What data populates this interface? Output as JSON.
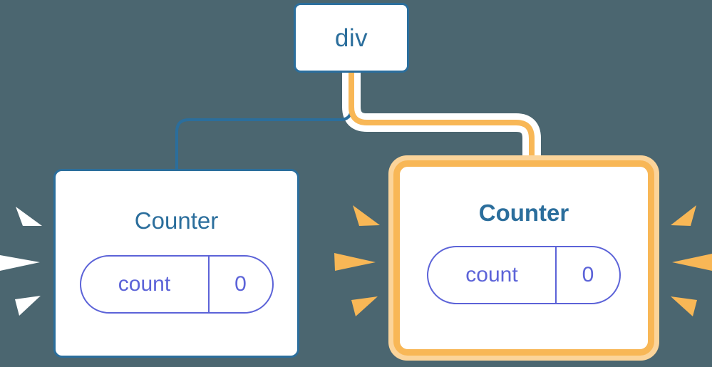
{
  "diagram": {
    "type": "component-tree",
    "background_color": "#4b6670",
    "title": "React component tree with re-render highlight"
  },
  "palette": {
    "background": "#4b6670",
    "blue": "#2b6e9c",
    "orange": "#f8b756",
    "orange_glow": "#fbd49a",
    "purple": "#5c63d8",
    "white": "#ffffff"
  },
  "nodes": {
    "root": {
      "label": "div",
      "state": "idle",
      "border_color": "#2b6e9c",
      "text_color": "#2b6e9c"
    },
    "counter_left": {
      "label": "Counter",
      "state": "idle",
      "border_color": "#2b6e9c",
      "text_color": "#2b6e9c",
      "state_pill": {
        "key": "count",
        "value": "0",
        "color": "#5c63d8"
      }
    },
    "counter_right": {
      "label": "Counter",
      "state": "highlighted",
      "border_color": "#f8b756",
      "text_color": "#2b6e9c",
      "state_pill": {
        "key": "count",
        "value": "0",
        "color": "#5c63d8"
      }
    }
  },
  "edges": [
    {
      "from": "div",
      "to": "Counter (left)",
      "color": "#2b6e9c",
      "style": "thin-elbow"
    },
    {
      "from": "div",
      "to": "Counter (right)",
      "color": "#f8b756",
      "style": "thick-elbow-with-white-halo"
    }
  ],
  "sparkles": {
    "left_group": {
      "color": "#ffffff",
      "count": 3,
      "points": "right"
    },
    "middle_group": {
      "color": "#f8b756",
      "count": 3,
      "points": "right"
    },
    "right_group": {
      "color": "#f8b756",
      "count": 3,
      "points": "left"
    }
  }
}
